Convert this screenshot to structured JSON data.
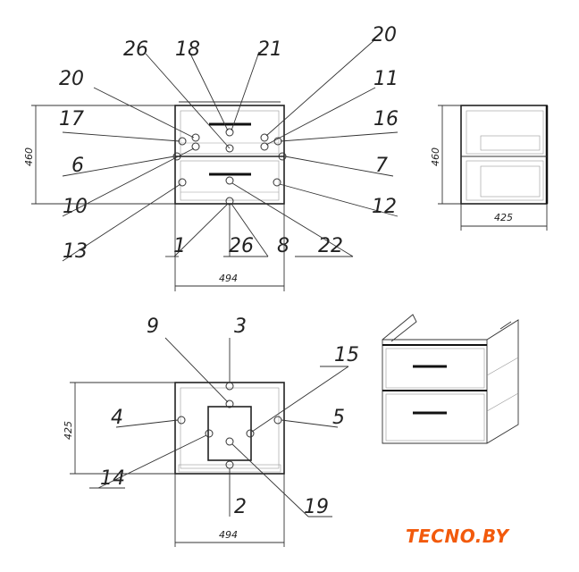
{
  "front_view": {
    "labels": {
      "l26a": "26",
      "l18": "18",
      "l21": "21",
      "l20r": "20",
      "l20l": "20",
      "l11": "11",
      "l17": "17",
      "l16": "16",
      "l6": "6",
      "l7": "7",
      "l10": "10",
      "l12": "12",
      "l13": "13",
      "l1": "1",
      "l26b": "26",
      "l8": "8",
      "l22": "22"
    },
    "width_dim": "494",
    "height_dim": "460"
  },
  "side_view": {
    "depth_dim": "425",
    "height_dim": "460"
  },
  "top_view": {
    "labels": {
      "l9": "9",
      "l3": "3",
      "l15": "15",
      "l4": "4",
      "l5": "5",
      "l14": "14",
      "l2": "2",
      "l19": "19"
    },
    "depth_dim": "425",
    "width_dim": "494"
  },
  "logo": {
    "text": "TECNO.BY",
    "color": "#f25a0c"
  }
}
